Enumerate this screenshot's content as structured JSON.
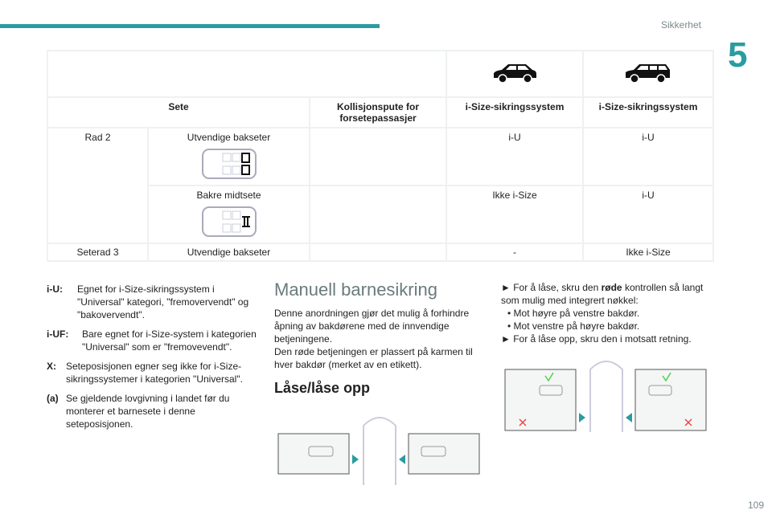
{
  "header": {
    "section": "Sikkerhet",
    "chapter": "5",
    "page": "109"
  },
  "table": {
    "headers": [
      "Sete",
      "Kollisjonspute for forsetepassasjer",
      "i-Size-sikringssystem",
      "i-Size-sikringssystem"
    ],
    "rows": [
      {
        "group": "Rad 2",
        "seat": "Utvendige bakseter",
        "airbag": "",
        "c1": "i-U",
        "c2": "i-U"
      },
      {
        "seat": "Bakre midtsete",
        "airbag": "",
        "c1": "Ikke i-Size",
        "c2": "i-U"
      },
      {
        "group": "Seterad 3",
        "seat": "Utvendige bakseter",
        "airbag": "",
        "c1": "-",
        "c2": "Ikke i-Size"
      }
    ]
  },
  "legend": [
    {
      "term": "i-U:",
      "text": "Egnet for i-Size-sikringssystem i \"Universal\" kategori, \"fremovervendt\" og \"bakovervendt\"."
    },
    {
      "term": "i-UF:",
      "text": "Bare egnet for i-Size-system i kategorien \"Universal\" som er \"fremovevendt\"."
    },
    {
      "term": "X:",
      "text": "Seteposisjonen egner seg ikke for i-Size-sikringssystemer i kategorien \"Universal\"."
    },
    {
      "term": "(a)",
      "text": "Se gjeldende lovgivning i landet før du monterer et barnesete i denne seteposisjonen."
    }
  ],
  "manual": {
    "title": "Manuell barnesikring",
    "p1": "Denne anordningen gjør det mulig å forhindre åpning av bakdørene med de innvendige betjeningene.",
    "p2": "Den røde betjeningen er plassert på karmen til hver bakdør (merket av en etikett).",
    "subtitle": "Låse/låse opp"
  },
  "lock": {
    "step1_pre": "► For å låse, skru den ",
    "step1_bold": "røde",
    "step1_post": " kontrollen så langt som mulig med integrert nøkkel:",
    "b1": "• Mot høyre på venstre bakdør.",
    "b2": "• Mot venstre på høyre bakdør.",
    "step2": "► For å låse opp, skru den i motsatt retning."
  },
  "colors": {
    "accent": "#2a9ca0"
  }
}
